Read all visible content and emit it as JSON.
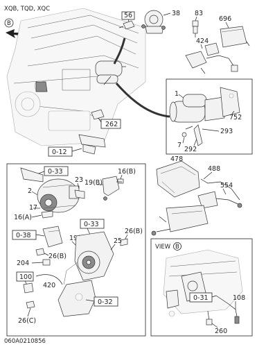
{
  "header": {
    "models": "XQB, TQD, XQC"
  },
  "markers": {
    "circle_b": "B"
  },
  "view_label": {
    "prefix": "VIEW",
    "marker": "B"
  },
  "footer": {
    "code": "060A0210856"
  },
  "callouts": {
    "c56": "56",
    "c38": "38",
    "c83": "83",
    "c696": "696",
    "c424": "424",
    "c1": "1",
    "c752": "752",
    "c262": "262",
    "c7": "7",
    "c292": "292",
    "c293": "293",
    "c0_12": "0-12",
    "c478": "478",
    "c488": "488",
    "c554": "554",
    "c0_33a": "0-33",
    "c2": "2",
    "c23": "23",
    "c16b": "16(B)",
    "c19b": "19(B)",
    "c17": "17",
    "c16a": "16(A)",
    "c0_38": "0-38",
    "c0_33b": "0-33",
    "c19a": "19(A)",
    "c26b_top": "26(B)",
    "c25": "25",
    "c26b_mid": "26(B)",
    "c204": "204",
    "c100": "100",
    "c420": "420",
    "c0_32": "0-32",
    "c26c": "26(C)",
    "c0_31": "0-31",
    "c108": "108",
    "c260": "260"
  }
}
